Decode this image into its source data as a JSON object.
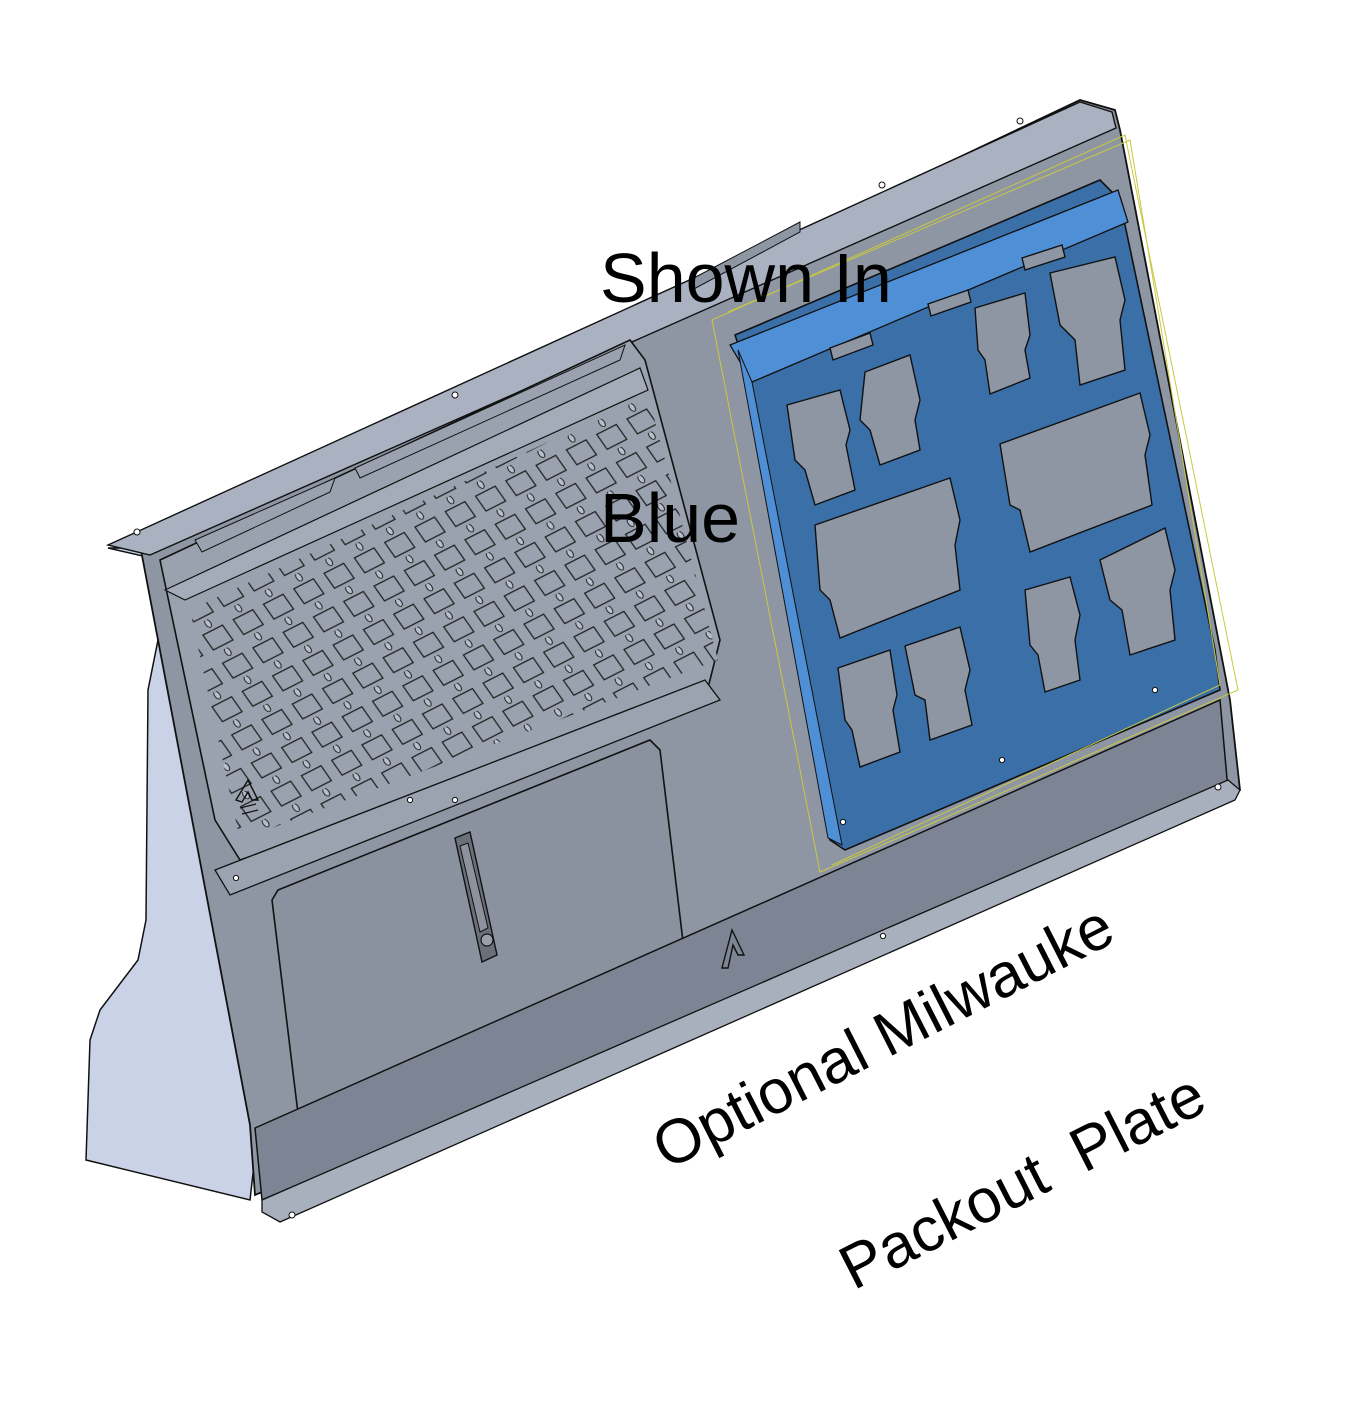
{
  "annotations": {
    "top_label_line1": "Shown In",
    "top_label_line2": "Blue",
    "bottom_label_line1": "Optional Milwauke",
    "bottom_label_line2": "Packout  Plate"
  },
  "model": {
    "parts": [
      {
        "name": "rear-panel",
        "color": "#8e96a4"
      },
      {
        "name": "side-panel",
        "color": "#c9d2e6"
      },
      {
        "name": "top-flange",
        "color": "#aab2c2"
      },
      {
        "name": "pegboard-plate",
        "color": "#9aa2b0"
      },
      {
        "name": "access-door",
        "color": "#8a92a0"
      },
      {
        "name": "door-latch",
        "color": "#6a707a"
      },
      {
        "name": "bottom-kick-panel",
        "color": "#7d8594"
      },
      {
        "name": "packout-plate",
        "color": "#3a6fa8"
      },
      {
        "name": "selection-box",
        "color": "#c8c840"
      }
    ],
    "highlight_color": "#3a6fa8",
    "highlight_edge_color": "#4f8fd6"
  }
}
